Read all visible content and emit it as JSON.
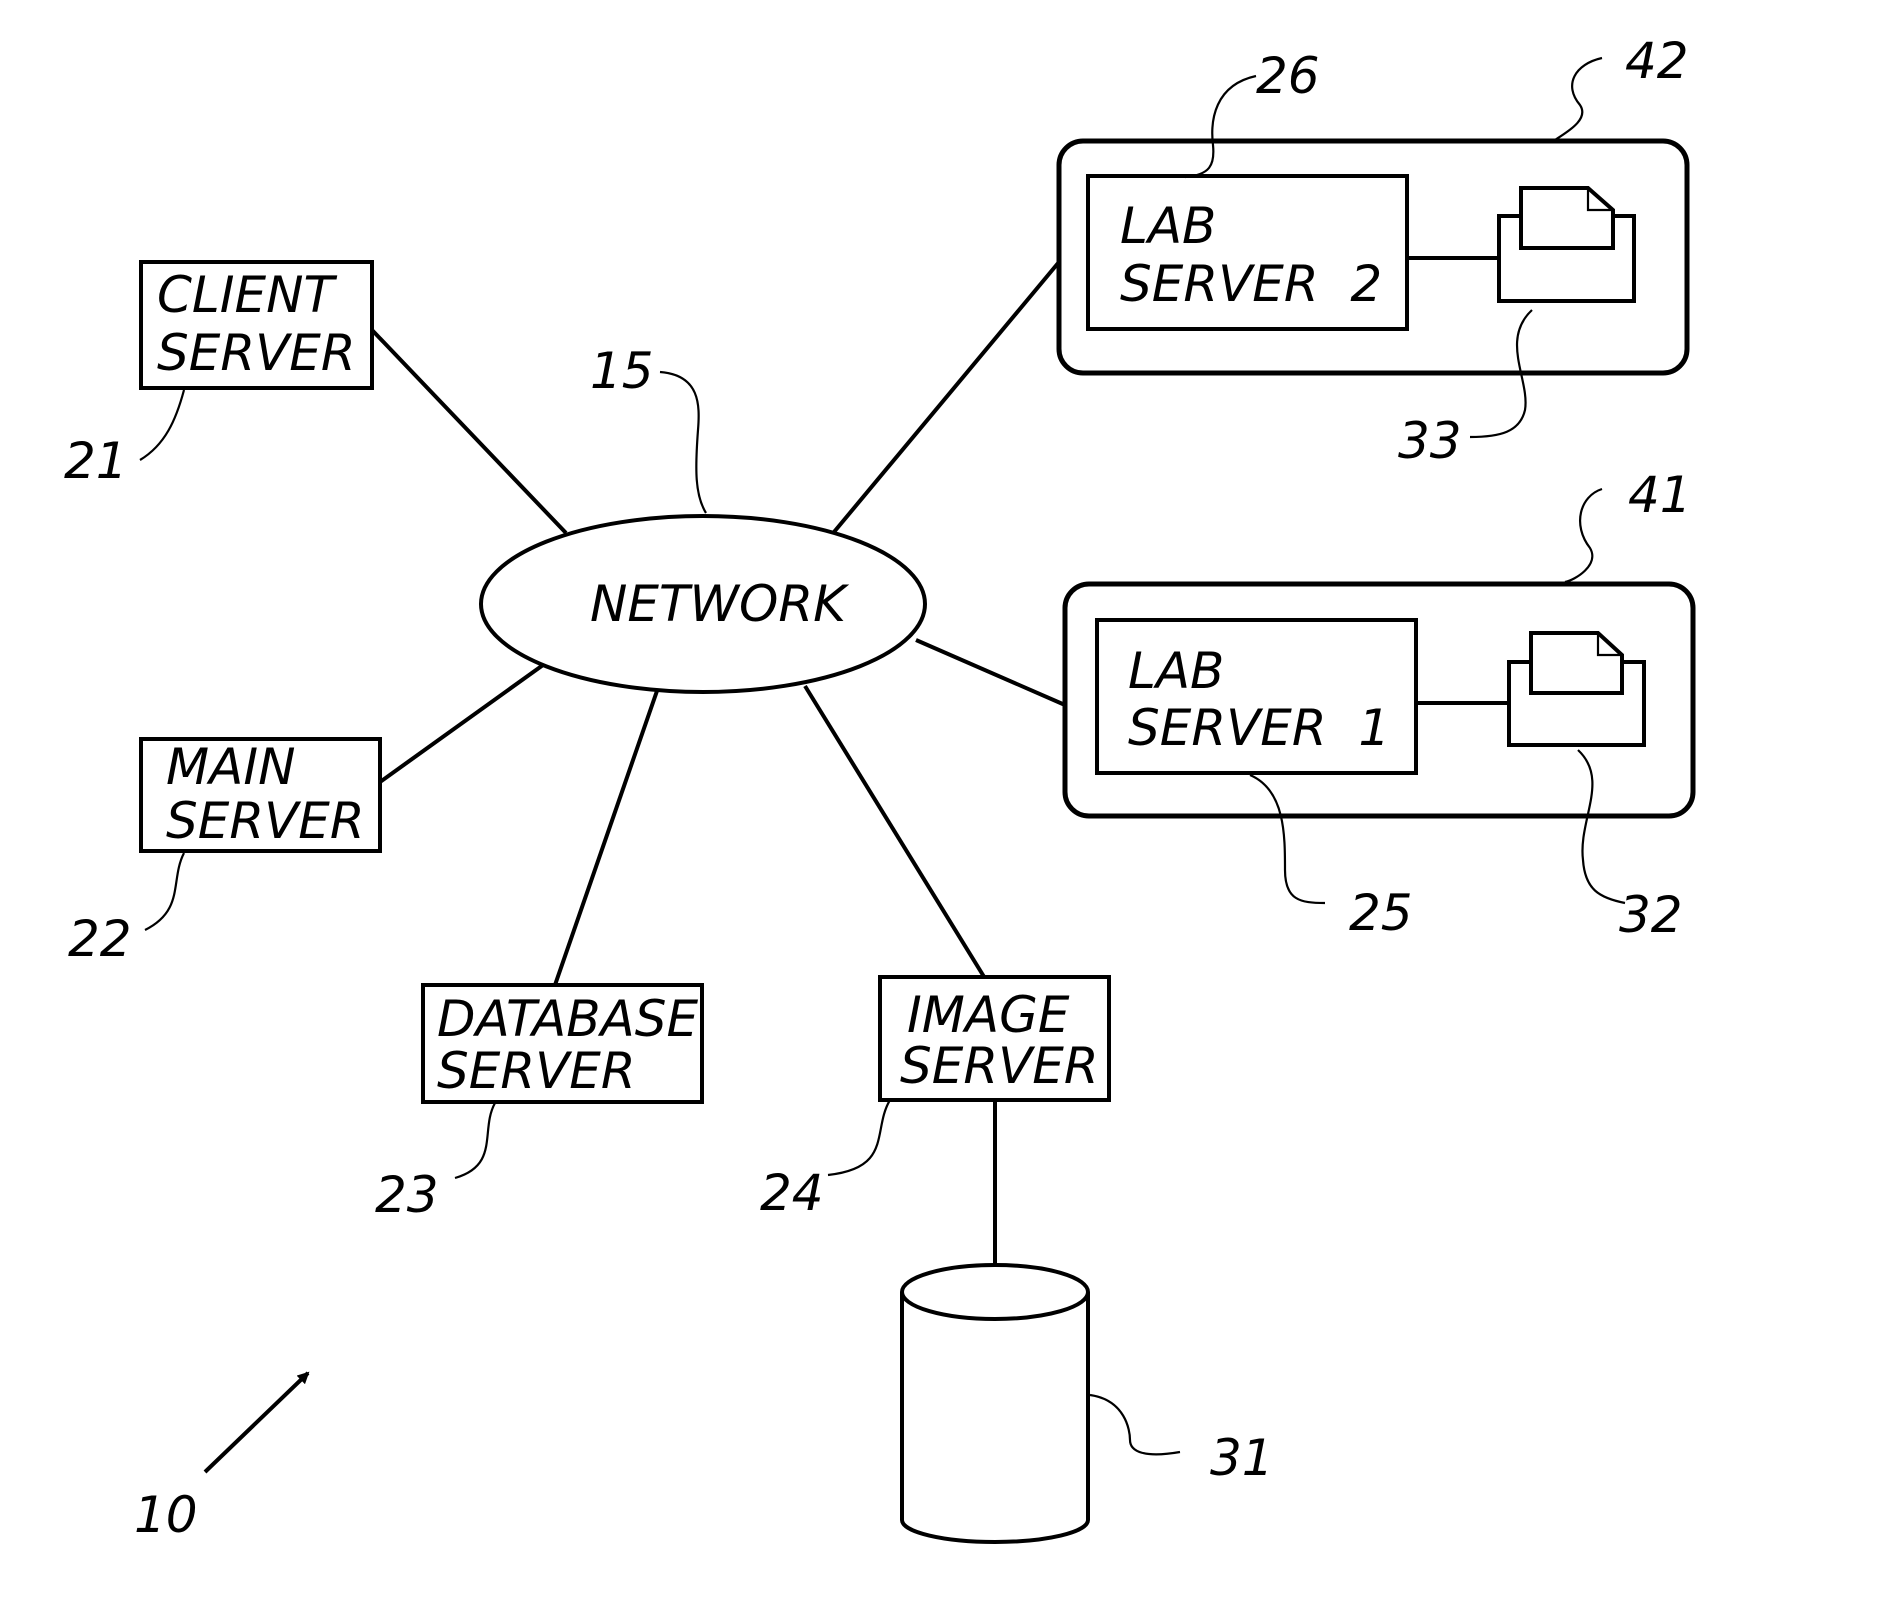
{
  "network": {
    "label": "NETWORK",
    "ref": "15"
  },
  "client_server": {
    "line1": "CLIENT",
    "line2": "SERVER",
    "ref": "21"
  },
  "main_server": {
    "line1": "MAIN",
    "line2": "SERVER",
    "ref": "22"
  },
  "database_server": {
    "line1": "DATABASE",
    "line2": "SERVER",
    "ref": "23"
  },
  "image_server": {
    "line1": "IMAGE",
    "line2": "SERVER",
    "ref": "24"
  },
  "lab_server_1": {
    "line1": "LAB",
    "line2": "SERVER  1",
    "ref": "25",
    "group_ref": "41",
    "printer_ref": "32"
  },
  "lab_server_2": {
    "line1": "LAB",
    "line2": "SERVER  2",
    "ref": "26",
    "group_ref": "42",
    "printer_ref": "33"
  },
  "image_storage": {
    "ref": "31"
  },
  "system": {
    "ref": "10"
  }
}
